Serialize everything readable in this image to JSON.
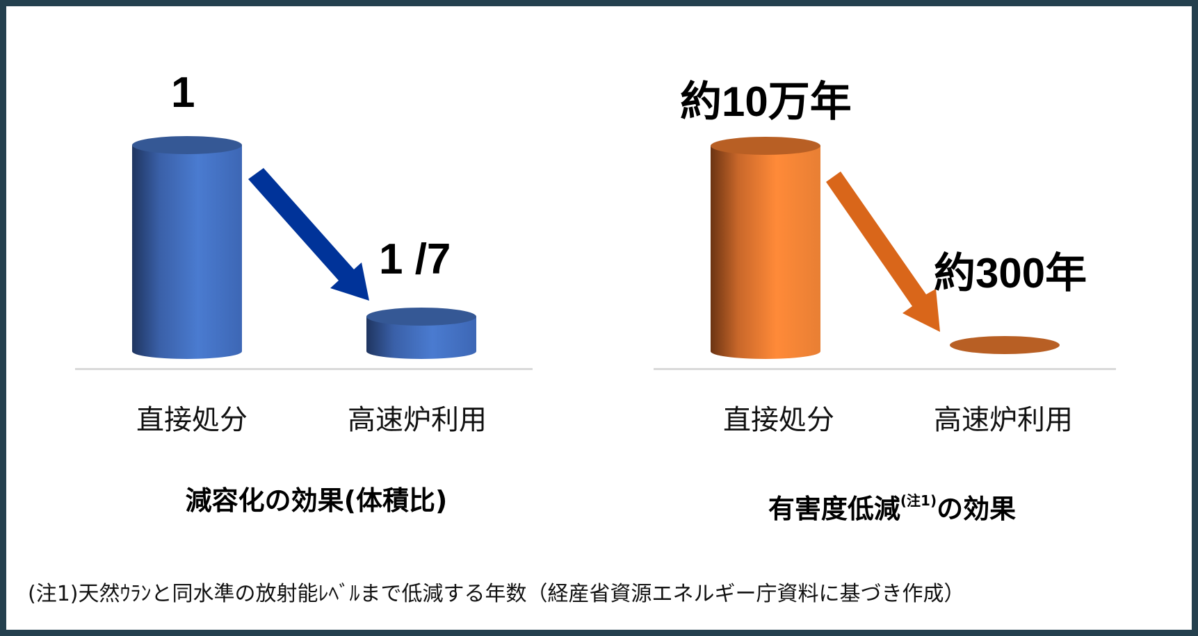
{
  "chart_data": [
    {
      "type": "bar",
      "style": "3d-cylinder",
      "title": "減容化の効果(体積比)",
      "categories": [
        "直接処分",
        "高速炉利用"
      ],
      "values": [
        1,
        0.142857
      ],
      "value_labels": [
        "1",
        "1 /7"
      ],
      "color": "#4472c4",
      "arrow_color": "#003399",
      "xlabel": "",
      "ylabel": ""
    },
    {
      "type": "bar",
      "style": "3d-cylinder",
      "title": "有害度低減(注1)の効果",
      "categories": [
        "直接処分",
        "高速炉利用"
      ],
      "values": [
        100000,
        300
      ],
      "value_labels": [
        "約10万年",
        "約300年"
      ],
      "color": "#ed7d31",
      "arrow_color": "#d9661a",
      "xlabel": "",
      "ylabel": ""
    }
  ],
  "left": {
    "value_big": "1",
    "value_small": "1 /7",
    "cat1": "直接処分",
    "cat2": "高速炉利用",
    "title": "減容化の効果(体積比)"
  },
  "right": {
    "value_big": "約10万年",
    "value_small": "約300年",
    "cat1": "直接処分",
    "cat2": "高速炉利用",
    "title_main": "有害度低減",
    "title_sup": "(注1)",
    "title_tail": "の効果"
  },
  "footnote": "(注1)天然ｳﾗﾝと同水準の放射能ﾚﾍﾞﾙまで低減する年数（経産省資源エネルギー庁資料に基づき作成）"
}
